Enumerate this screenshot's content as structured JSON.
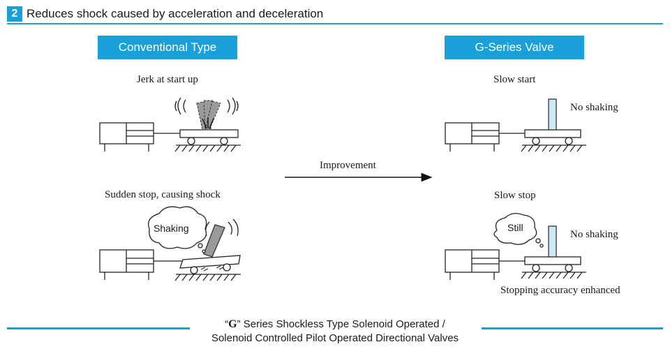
{
  "header": {
    "number": "2",
    "title": "Reduces shock caused by acceleration and deceleration"
  },
  "left": {
    "title": "Conventional Type",
    "top_caption": "Jerk at start up",
    "bottom_caption": "Sudden stop, causing shock",
    "bubble": "Shaking"
  },
  "middle": {
    "arrow_label": "Improvement"
  },
  "right": {
    "title": "G-Series Valve",
    "top_caption": "Slow start",
    "top_note": "No shaking",
    "bottom_caption": "Slow stop",
    "bubble": "Still",
    "bottom_note": "No shaking",
    "bottom_footer": "Stopping accuracy enhanced"
  },
  "footer": {
    "logo_mark": "G",
    "line1_rest": "” Series Shockless Type Solenoid Operated /",
    "line2": "Solenoid Controlled Pilot Operated Directional Valves"
  },
  "colors": {
    "accent": "#1aa0d8",
    "rod_light_blue": "#cde8f5",
    "rod_gray": "#9a9a9a"
  }
}
